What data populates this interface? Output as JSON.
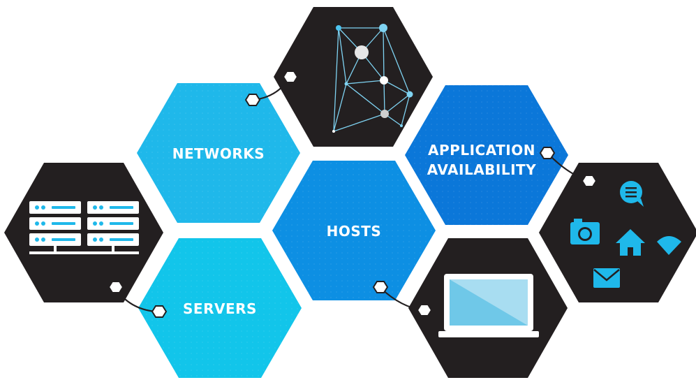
{
  "labels": {
    "networks": "NETWORKS",
    "hosts": "HOSTS",
    "servers": "SERVERS",
    "application_line1": "APPLICATION",
    "application_line2": "AVAILABILITY"
  },
  "colors": {
    "dark_hex": "#231f20",
    "networks_hex": "#1fb8ea",
    "servers_hex": "#12c5ea",
    "hosts_hex": "#0d8fe3",
    "application_hex": "#0b77d9",
    "icon_cyan": "#1fb8ea",
    "connector": "#231f20",
    "node_white": "#ffffff"
  },
  "icons": [
    "server-rack-icon",
    "network-graph-icon",
    "laptop-icon",
    "chat-icon",
    "camera-icon",
    "home-icon",
    "wifi-icon",
    "mail-icon"
  ]
}
